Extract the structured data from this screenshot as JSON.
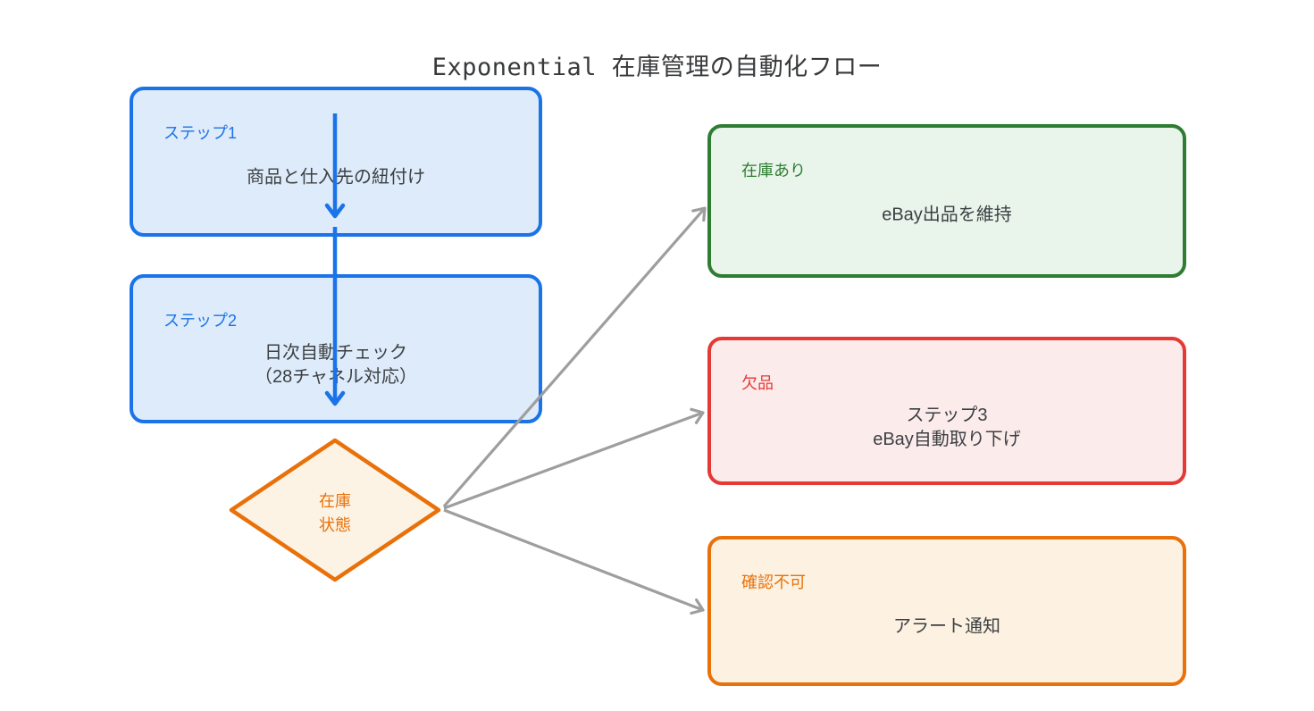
{
  "title": "Exponential 在庫管理の自動化フロー",
  "nodes": {
    "step1": {
      "tag": "ステップ1",
      "body": "商品と仕入先の紐付け"
    },
    "step2": {
      "tag": "ステップ2",
      "lines": [
        "日次自動チェック",
        "（28チャネル対応）"
      ]
    },
    "decision": {
      "lines": [
        "在庫",
        "状態"
      ]
    },
    "in_stock": {
      "tag": "在庫あり",
      "body": "eBay出品を維持"
    },
    "out_of_stock": {
      "tag": "欠品",
      "lines": [
        "ステップ3",
        "eBay自動取り下げ"
      ]
    },
    "unverifiable": {
      "tag": "確認不可",
      "body": "アラート通知"
    }
  },
  "colors": {
    "blue": "#1a73e8",
    "blue_fill": "#deebfa",
    "green": "#2e7d32",
    "green_fill": "#e9f4ea",
    "red": "#e53935",
    "red_fill": "#fcebeb",
    "orange": "#e8710a",
    "orange_fill": "#fdf1e1",
    "diamond_fill": "#fdf3e4",
    "arrow_gray": "#9e9e9e",
    "text": "#3c4043",
    "title": "#37393b"
  }
}
